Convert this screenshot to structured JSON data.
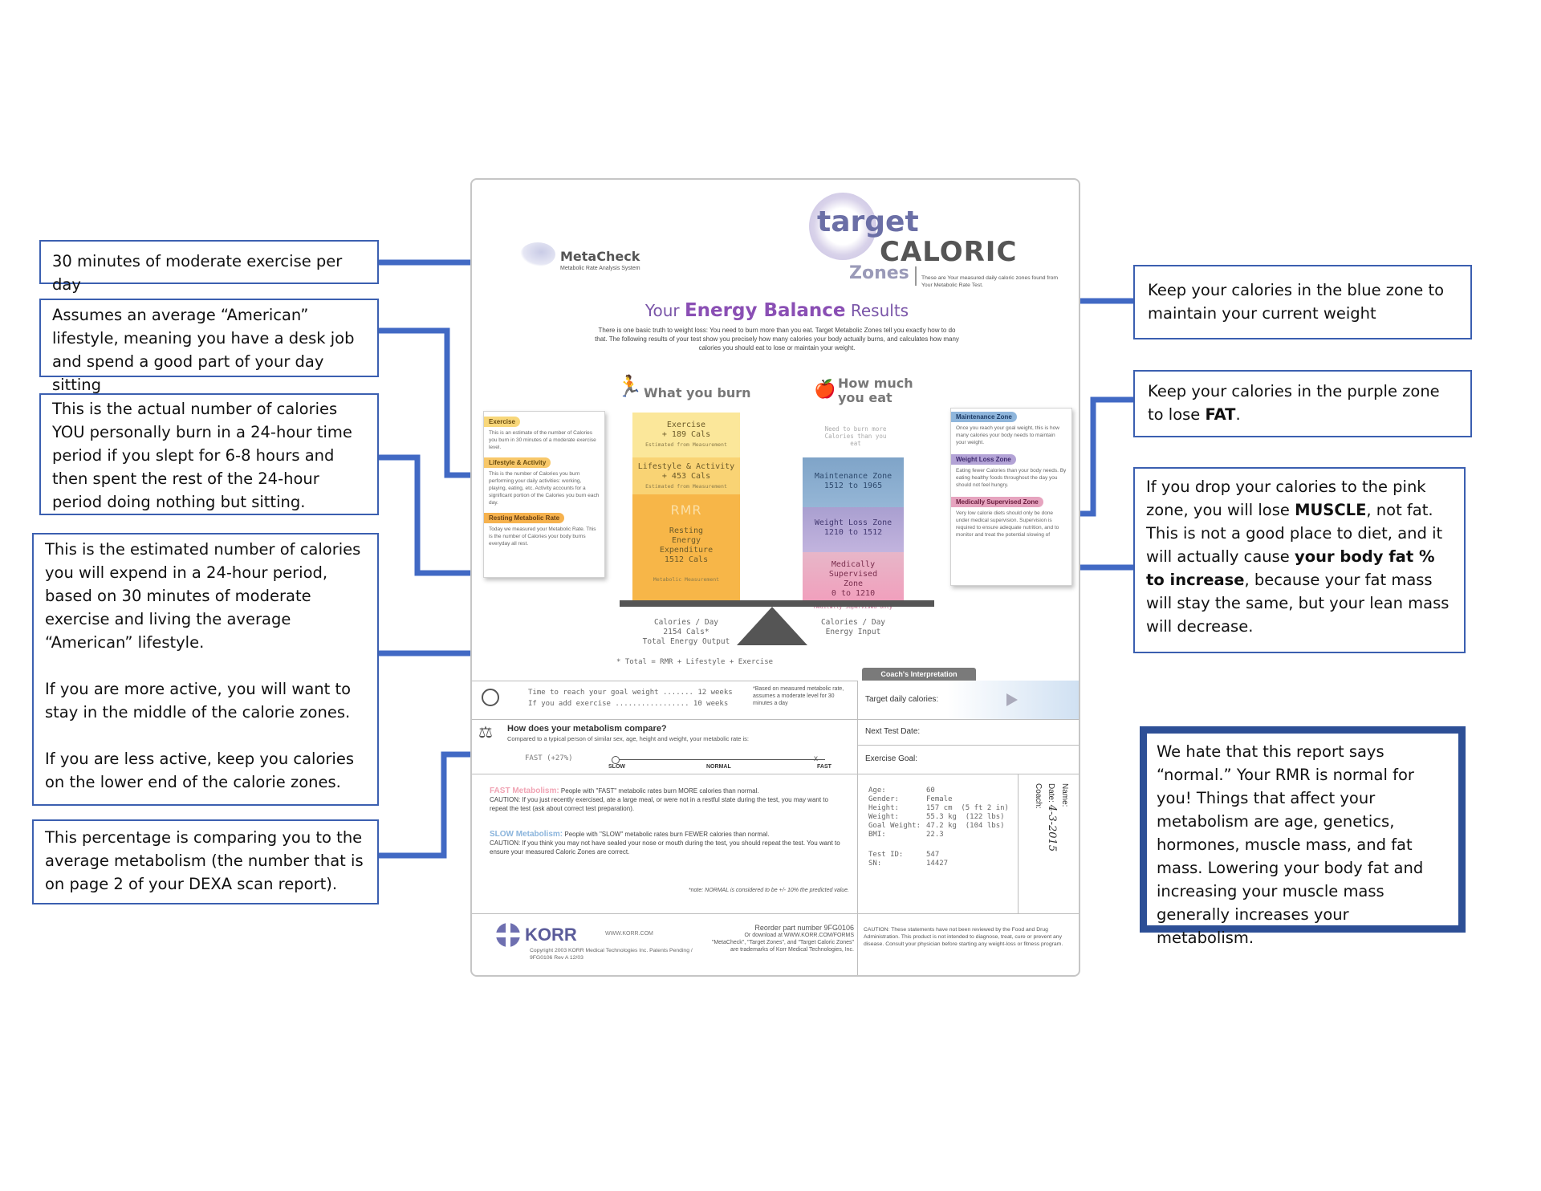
{
  "annotations": {
    "exercise": "30 minutes of moderate exercise per day",
    "lifestyle": "Assumes an average “American” lifestyle, meaning you have a desk job and spend a good part of your day sitting",
    "rmr": "This is the actual number of calories YOU personally burn in a 24-hour time period if you slept for 6-8 hours and then spent the rest of the 24-hour period doing nothing but sitting.",
    "total_p1": "This is the estimated number of calories you will expend in a 24-hour period, based on 30 minutes of moderate exercise and living the average “American” lifestyle.",
    "total_p2": "If you are more active, you will want to stay in the middle of the calorie zones.",
    "total_p3": "If you are less active, keep you calories on the lower end of the calorie zones.",
    "percentage": "This percentage is comparing you to the average metabolism (the number that is on page 2 of your DEXA scan report).",
    "blue": "Keep your calories in the blue zone to maintain your current weight",
    "purple_text": "Keep your calories in the purple zone to lose ",
    "purple_bold": "FAT",
    "purple_end": ".",
    "pink_1": "If you drop your calories to the pink zone, you will lose ",
    "pink_muscle": "MUSCLE",
    "pink_2": ", not fat. This is not a good place to diet, and it will actually cause ",
    "pink_bold": "your body fat % to increase",
    "pink_3": ", because your fat mass will stay the same, but your lean mass will decrease.",
    "normal": "We hate that this report says “normal.” Your RMR is normal for you! Things that affect your metabolism are age, genetics, hormones, muscle mass, and fat mass. Lowering your body fat and increasing your muscle mass generally increases your metabolism."
  },
  "report": {
    "brand": "MetaCheck",
    "brand_sub": "Metabolic Rate Analysis System",
    "logo_target": "target",
    "logo_caloric": "CALORIC",
    "logo_zones": "Zones",
    "logo_note": "These are Your measured daily caloric zones found from Your Metabolic Rate Test.",
    "title_your": "Your ",
    "title_energy": "Energy Balance",
    "title_results": " Results",
    "intro": "There is one basic truth to weight loss: You need to burn more than you eat. Target Metabolic Zones tell you exactly how to do that. The following results of your test show you precisely how many calories your body actually burns, and calculates how many calories you should eat to lose or maintain your weight.",
    "burn_header": "What you burn",
    "eat_header_1": "How much",
    "eat_header_2": "you eat",
    "burn": {
      "exercise_label": "Exercise",
      "exercise_value": "+ 189 Cals",
      "exercise_sub": "Estimated from Measurement",
      "lifestyle_label": "Lifestyle & Activity",
      "lifestyle_value": "+ 453 Cals",
      "lifestyle_sub": "Estimated from Measurement",
      "rmr_label": "RMR",
      "resting_label": "Resting Energy Expenditure",
      "resting_value": "1512 Cals",
      "resting_sub": "Metabolic Measurement"
    },
    "eat": {
      "top_note": "Need to burn more Calories than you eat",
      "maintenance_label": "Maintenance Zone",
      "maintenance_value": "1512 to 1965",
      "weightloss_label": "Weight Loss Zone",
      "weightloss_value": "1210 to 1512",
      "medical_label": "Medically Supervised Zone",
      "medical_value": "0 to 1210",
      "medical_sub": "Medically Supervised Only"
    },
    "output_1": "Calories / Day",
    "output_2": "2154 Cals*",
    "output_3": "Total Energy Output",
    "input_1": "Calories / Day",
    "input_2": "Energy Input",
    "formula": "* Total = RMR + Lifestyle + Exercise",
    "left_cards": {
      "exercise_tag": "Exercise",
      "exercise_txt": "This is an estimate of the number of Calories you burn in 30 minutes of a moderate exercise level.",
      "lifestyle_tag": "Lifestyle & Activity",
      "lifestyle_txt": "This is the number of Calories you burn performing your daily activities: working, playing, eating, etc. Activity accounts for a significant portion of the Calories you burn each day.",
      "rmr_tag": "Resting Metabolic Rate",
      "rmr_txt": "Today we measured your Metabolic Rate. This is the number of Calories your body burns everyday all rest."
    },
    "right_cards": {
      "maint_tag": "Maintenance Zone",
      "maint_txt": "Once you reach your goal weight, this is how many calories your body needs to maintain your weight.",
      "wl_tag": "Weight Loss Zone",
      "wl_txt": "Eating fewer Calories than your body needs. By eating healthy foods throughout the day you should not feel hungry.",
      "med_tag": "Medically Supervised Zone",
      "med_txt": "Very low calorie diets should only be done under medical supervision. Supervision is required to ensure adequate nutrition, and to monitor and treat the potential slowing of"
    },
    "coach_tab": "Coach's Interpretation",
    "goal_line_1": "Time to reach your goal weight ....... 12 weeks",
    "goal_line_2": "If you add exercise ................. 10 weeks",
    "goal_note": "*Based on measured metabolic rate, assumes a moderate level for 30 minutes a day",
    "target_daily": "Target daily calories:",
    "next_test": "Next Test Date:",
    "exercise_goal": "Exercise Goal:",
    "compare_title": "How does your metabolism compare?",
    "compare_sub": "Compared to a typical person of similar sex, age, height and weight, your metabolic rate is:",
    "fast_value": "FAST (+27%)",
    "scale_slow": "SLOW",
    "scale_normal": "NORMAL",
    "scale_fast": "FAST",
    "fast_head": "FAST Metabolism:",
    "fast_body": "People with \"FAST\" metabolic rates burn MORE calories than normal.",
    "fast_caution": "CAUTION: If you just recently exercised, ate a large meal, or were not in a restful state during the test, you may want to repeat the test (ask about correct test preparation).",
    "slow_head": "SLOW Metabolism:",
    "slow_body": "People with \"SLOW\" metabolic rates burn FEWER calories than normal.",
    "slow_caution": "CAUTION: If you think you may not have sealed your nose or mouth during the test, you should repeat the test. You want to ensure your measured Caloric Zones are correct.",
    "normal_note": "*note: NORMAL is considered to be +/- 10% the predicted value.",
    "stats": [
      {
        "k": "Age:",
        "v": "60"
      },
      {
        "k": "Gender:",
        "v": "Female"
      },
      {
        "k": "Height:",
        "v": "157 cm  (5 ft 2 in)"
      },
      {
        "k": "Weight:",
        "v": "55.3 kg  (122 lbs)"
      },
      {
        "k": "Goal Weight:",
        "v": "47.2 kg  (104 lbs)"
      },
      {
        "k": "BMI:",
        "v": "22.3"
      }
    ],
    "test_id_k": "Test ID:",
    "test_id_v": "547",
    "sn_k": "SN:",
    "sn_v": "14427",
    "name_k": "Name:",
    "date_k": "Date:",
    "date_v": "4-3-2015",
    "coach_k": "Coach:",
    "korr": "KORR",
    "korr_url": "WWW.KORR.COM",
    "copyright": "Copyright 2003 KORR Medical Technologies Inc. Patents Pending / 9FG0106 Rev A 12/03",
    "reorder_1": "Reorder part number 9FG0106",
    "reorder_2": "Or download at WWW.KORR.COM/FORMS",
    "reorder_3": "\"MetaCheck\", \"Target Zones\", and \"Target Caloric Zones\" are trademarks of Korr Medical Technologies, Inc.",
    "caution_fda": "CAUTION: These statements have not been reviewed by the Food and Drug Administration. This product is not intended to diagnose, treat, cure or prevent any disease. Consult your physician before starting any weight-loss or fitness program."
  }
}
